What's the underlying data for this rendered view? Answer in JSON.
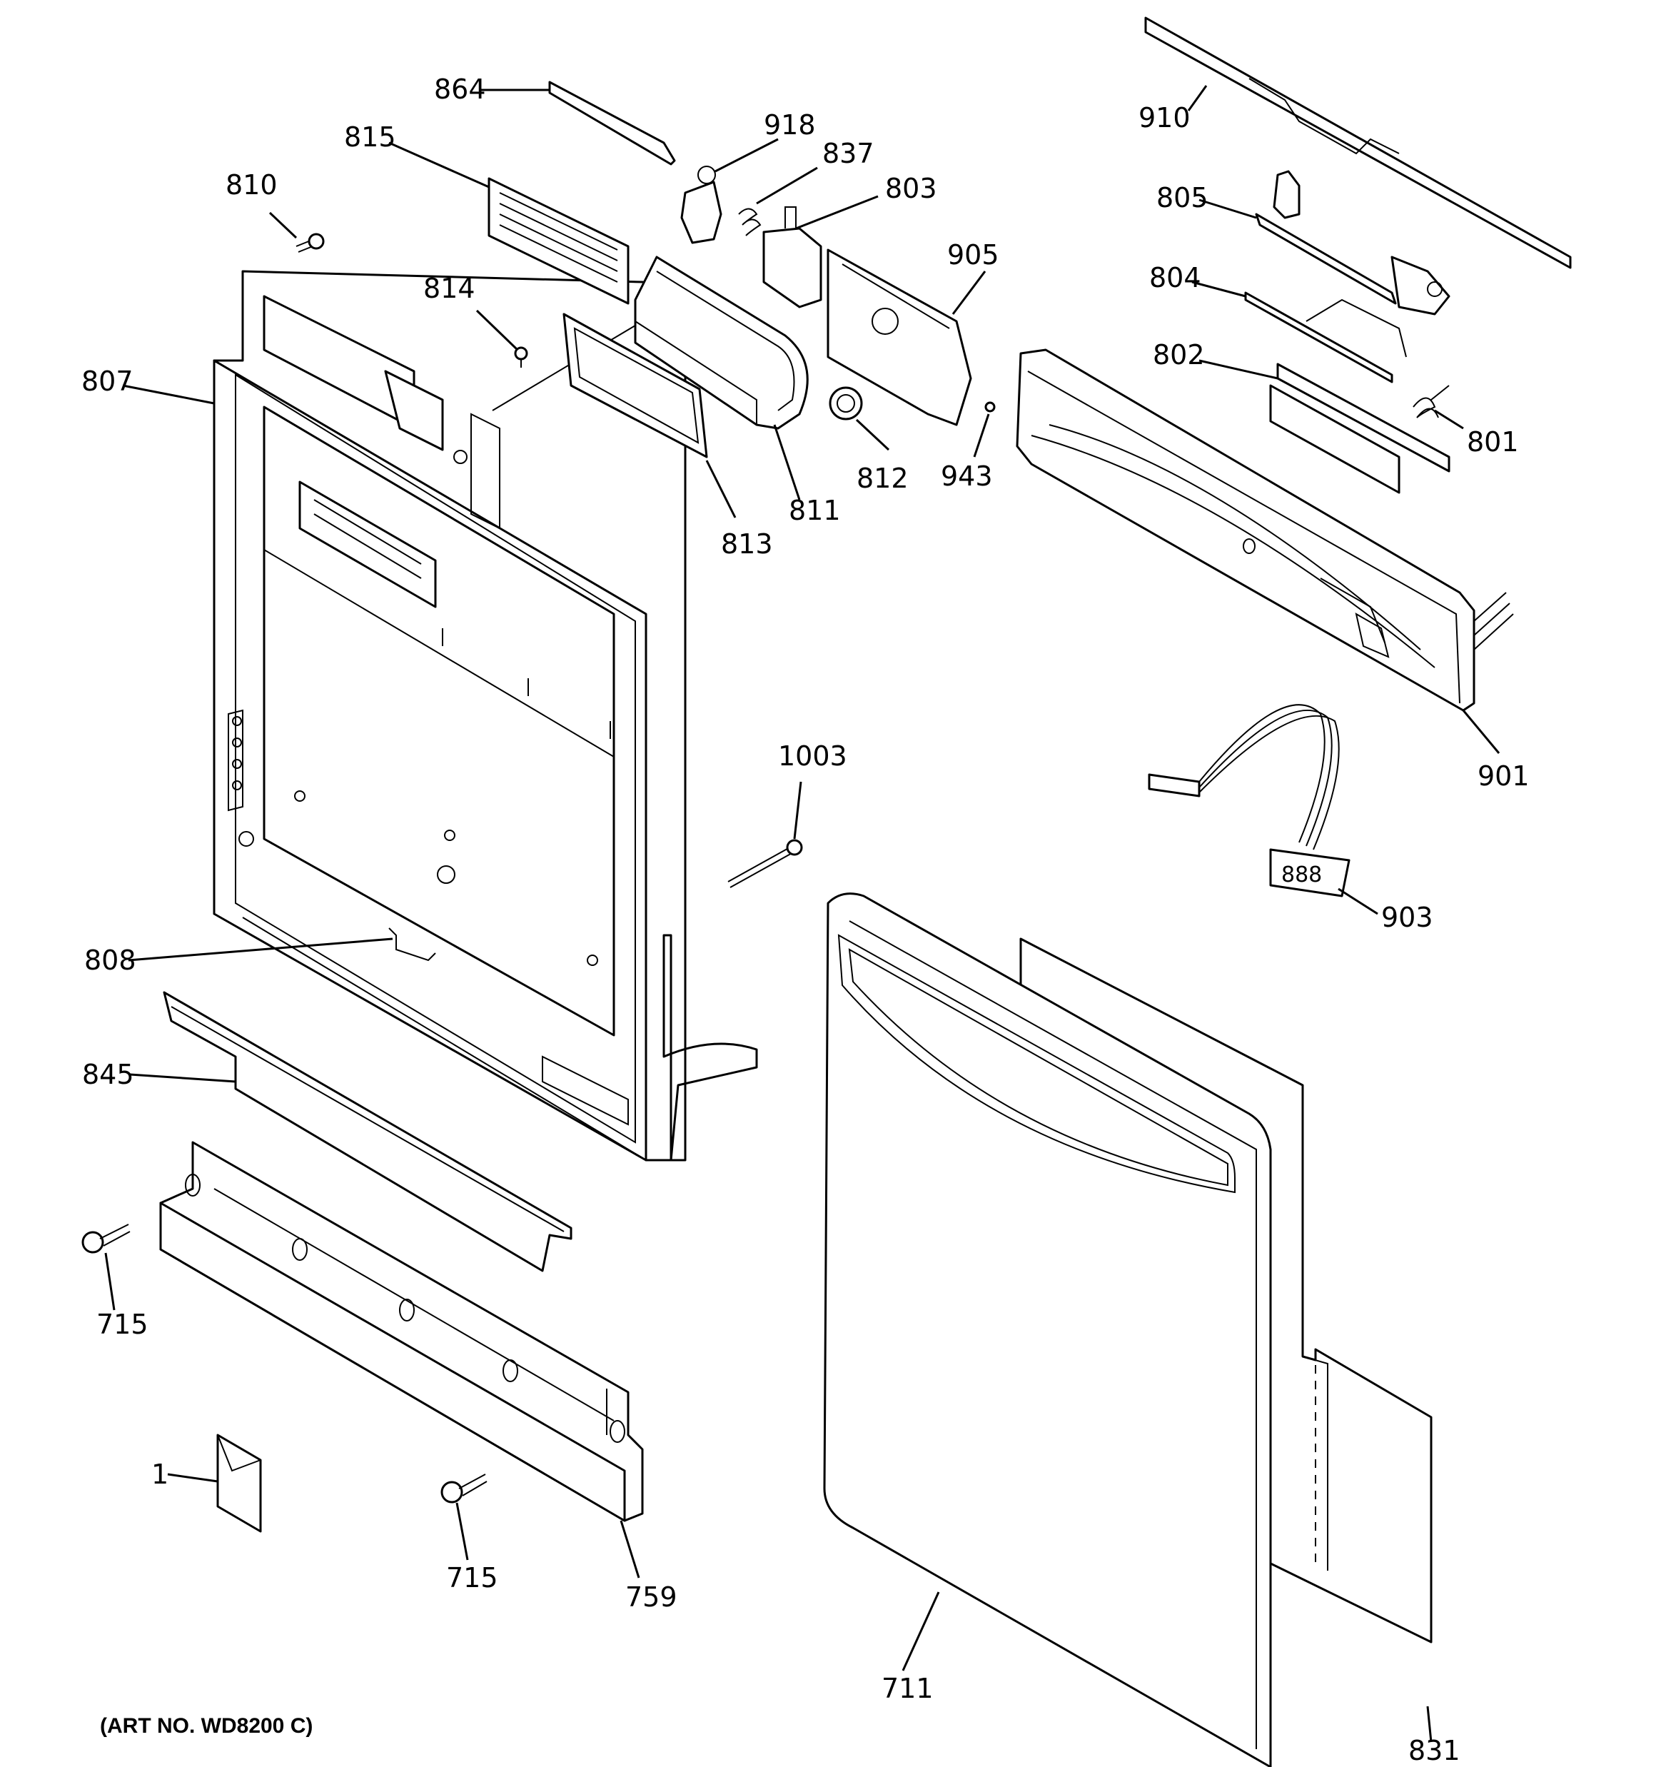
{
  "diagram": {
    "art_number": "(ART NO. WD8200 C)",
    "callouts": [
      {
        "id": "c864",
        "text": "864"
      },
      {
        "id": "c918",
        "text": "918"
      },
      {
        "id": "c815",
        "text": "815"
      },
      {
        "id": "c837",
        "text": "837"
      },
      {
        "id": "c803",
        "text": "803"
      },
      {
        "id": "c810",
        "text": "810"
      },
      {
        "id": "c905",
        "text": "905"
      },
      {
        "id": "c814",
        "text": "814"
      },
      {
        "id": "c807",
        "text": "807"
      },
      {
        "id": "c813",
        "text": "813"
      },
      {
        "id": "c811",
        "text": "811"
      },
      {
        "id": "c812",
        "text": "812"
      },
      {
        "id": "c943",
        "text": "943"
      },
      {
        "id": "c910",
        "text": "910"
      },
      {
        "id": "c805",
        "text": "805"
      },
      {
        "id": "c804",
        "text": "804"
      },
      {
        "id": "c802",
        "text": "802"
      },
      {
        "id": "c801",
        "text": "801"
      },
      {
        "id": "c901",
        "text": "901"
      },
      {
        "id": "c1003",
        "text": "1003"
      },
      {
        "id": "c903",
        "text": "903"
      },
      {
        "id": "c808",
        "text": "808"
      },
      {
        "id": "c845",
        "text": "845"
      },
      {
        "id": "c715a",
        "text": "715"
      },
      {
        "id": "c715b",
        "text": "715"
      },
      {
        "id": "c1",
        "text": "1"
      },
      {
        "id": "c759",
        "text": "759"
      },
      {
        "id": "c711",
        "text": "711"
      },
      {
        "id": "c831",
        "text": "831"
      }
    ]
  }
}
